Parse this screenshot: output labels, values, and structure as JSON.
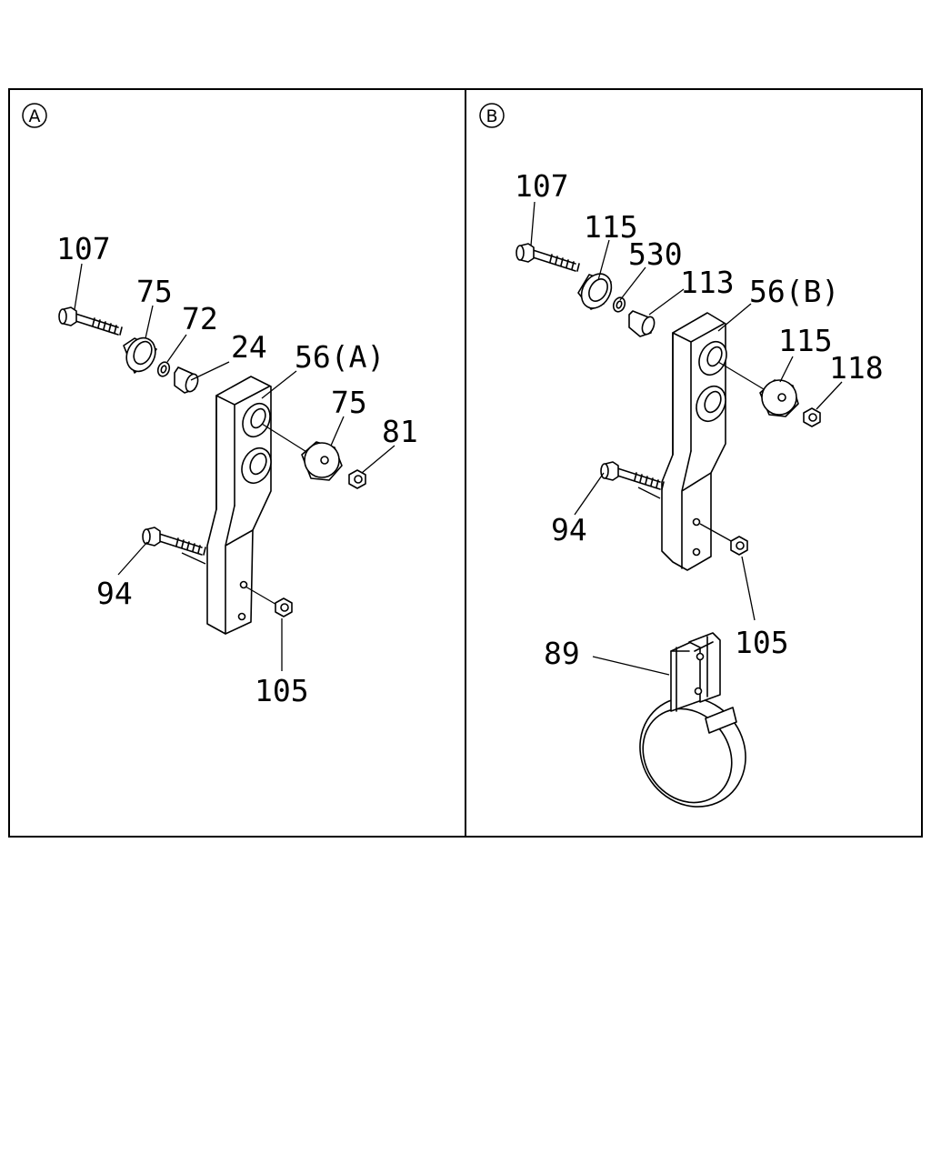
{
  "panels": {
    "a": {
      "badge": "A",
      "callouts": {
        "bolt": "107",
        "spacer_top": "75",
        "washer": "72",
        "collar": "24",
        "bracket": "56(A)",
        "spacer_bottom": "75",
        "nut": "81",
        "bolt_lower": "94",
        "nut_lower": "105"
      }
    },
    "b": {
      "badge": "B",
      "callouts": {
        "bolt": "107",
        "spacer_top": "115",
        "washer": "530",
        "collar": "113",
        "bracket": "56(B)",
        "spacer_bottom": "115",
        "nut": "118",
        "bolt_lower": "94",
        "nut_lower": "105",
        "clamp": "89"
      }
    }
  }
}
